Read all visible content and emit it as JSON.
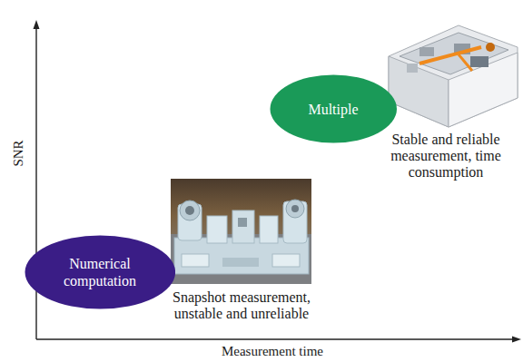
{
  "diagram": {
    "nodes": [
      {
        "text": [
          "Numerical computation"
        ]
      },
      {
        "text": [
          "Multiple"
        ]
      }
    ],
    "labels": [
      "SNR",
      "Measurement time",
      "Snapshot measurement, unstable and unreliable",
      "Stable and reliable measurement, time consumption"
    ]
  }
}
